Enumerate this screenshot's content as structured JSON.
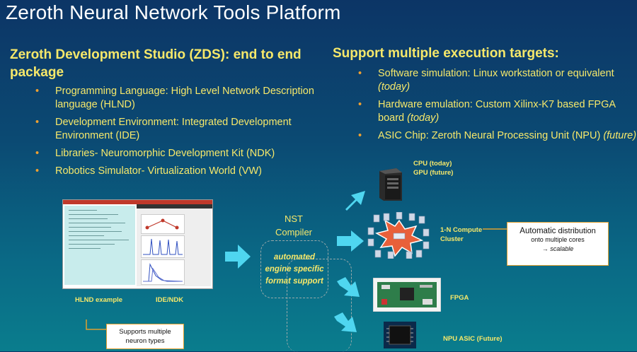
{
  "slide": {
    "title": "Zeroth Neural Network Tools Platform",
    "left": {
      "heading": "Zeroth Development Studio (ZDS): end to end package",
      "bullets": [
        {
          "text": "Programming Language: High Level Network Description language (HLND)"
        },
        {
          "text": "Development Environment: Integrated Development Environment (IDE)"
        },
        {
          "text": "Libraries- Neuromorphic Development Kit (NDK)"
        },
        {
          "text": "Robotics Simulator- Virtualization World (VW)"
        }
      ]
    },
    "right": {
      "heading": "Support multiple execution targets:",
      "bullets": [
        {
          "text": "Software simulation: Linux workstation or equivalent ",
          "note": "(today)"
        },
        {
          "text": "Hardware emulation: Custom Xilinx-K7 based FPGA board ",
          "note": "(today)"
        },
        {
          "text": "ASIC Chip: Zeroth Neural Processing Unit (NPU) ",
          "note": "(future)"
        }
      ]
    },
    "bullet_glyph": "•",
    "diagram": {
      "caption_hlnd": "HLND example",
      "caption_ide": "IDE/NDK",
      "nst_line1": "NST",
      "nst_line2": "Compiler",
      "auto_line1": "automated",
      "auto_line2": "engine specific",
      "auto_line3": "format support",
      "cpu_line1": "CPU (today)",
      "cpu_line2": "GPU (future)",
      "cluster_line1": "1-N Compute",
      "cluster_line2": "Cluster",
      "fpga": "FPGA",
      "npu": "NPU ASIC (Future)",
      "auto_box_strong": "Automatic",
      "auto_box_rest": " distribution",
      "auto_box_line2": "onto multiple cores",
      "auto_box_line3": "→ scalable",
      "support_line1": "Supports multiple",
      "support_line2": "neuron types"
    },
    "colors": {
      "accent_yellow": "#f6e86a",
      "bullet_orange": "#f0a030",
      "arrow_cyan": "#4fd6f0",
      "box_border": "#e0a030"
    }
  }
}
